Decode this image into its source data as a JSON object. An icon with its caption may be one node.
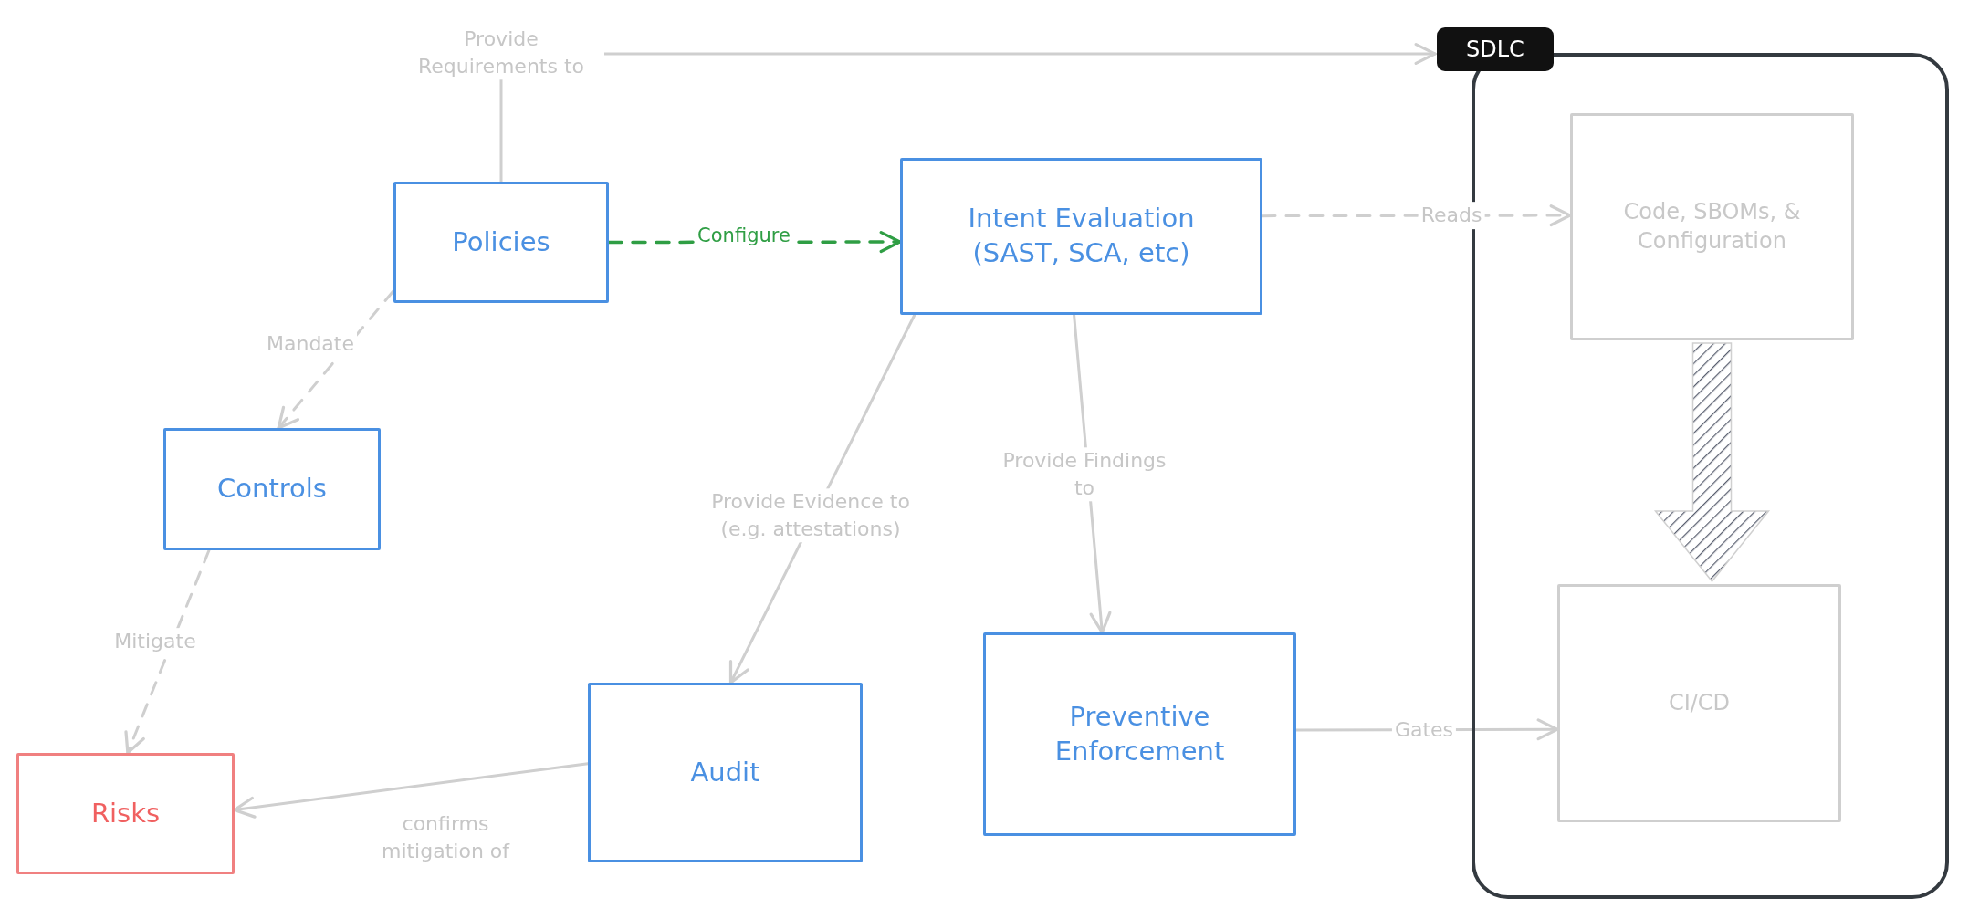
{
  "diagram": {
    "nodes": [
      {
        "text": [
          "Policies"
        ]
      },
      {
        "text": [
          "Intent Evaluation (SAST, SCA, etc)"
        ]
      },
      {
        "text": [
          "Controls"
        ]
      },
      {
        "text": [
          "Risks"
        ]
      },
      {
        "text": [
          "Audit"
        ]
      },
      {
        "text": [
          "Preventive Enforcement"
        ]
      },
      {
        "text": [
          "SDLC"
        ]
      },
      {
        "text": [
          "Code, SBOMs, & Configuration"
        ],
        "in": 6
      },
      {
        "text": [
          "CI/CD"
        ],
        "in": 6
      }
    ],
    "edges": [
      {
        "from": 0,
        "to": 6,
        "arrow": "to",
        "label": "Provide Requirements to"
      },
      {
        "from": 0,
        "to": 1,
        "arrow": "to",
        "label": "Configure",
        "style": "dashed",
        "color": "#2f9e44"
      },
      {
        "from": 0,
        "to": 2,
        "arrow": "to",
        "label": "Mandate",
        "style": "dashed"
      },
      {
        "from": 2,
        "to": 3,
        "arrow": "to",
        "label": "Mitigate",
        "style": "dashed"
      },
      {
        "from": 1,
        "to": 7,
        "arrow": "to",
        "label": "Reads",
        "style": "dashed"
      },
      {
        "from": 1,
        "to": 4,
        "arrow": "to",
        "label": "Provide Evidence to (e.g. attestations)"
      },
      {
        "from": 1,
        "to": 5,
        "arrow": "to",
        "label": "Provide Findings to"
      },
      {
        "from": 4,
        "to": 3,
        "arrow": "to",
        "label": "confirms mitigation of"
      },
      {
        "from": 5,
        "to": 8,
        "arrow": "to",
        "label": "Gates"
      },
      {
        "from": 7,
        "to": 8,
        "arrow": "to",
        "style": "thick"
      }
    ]
  }
}
